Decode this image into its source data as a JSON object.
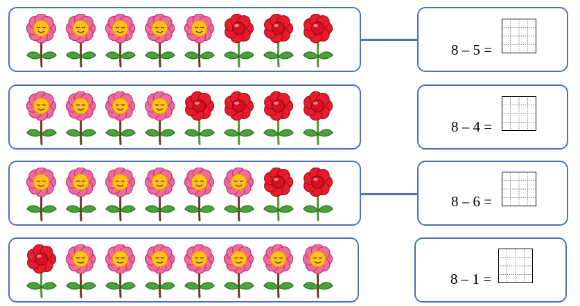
{
  "colors": {
    "border": "#4a72b8",
    "pink_petal": "#f06aa0",
    "red_petal": "#e81c2c",
    "stem": "#3a8a2a"
  },
  "rows": [
    {
      "flowers": [
        "pink",
        "pink",
        "pink",
        "pink",
        "pink",
        "red",
        "red",
        "red"
      ],
      "equation": "8 – 5 ="
    },
    {
      "flowers": [
        "pink",
        "pink",
        "pink",
        "pink",
        "red",
        "red",
        "red",
        "red"
      ],
      "equation": "8 – 4 ="
    },
    {
      "flowers": [
        "pink",
        "pink",
        "pink",
        "pink",
        "pink",
        "pink",
        "red",
        "red"
      ],
      "equation": "8 – 6 ="
    },
    {
      "flowers": [
        "red",
        "pink",
        "pink",
        "pink",
        "pink",
        "pink",
        "pink",
        "pink"
      ],
      "equation": "8 – 1 ="
    }
  ]
}
